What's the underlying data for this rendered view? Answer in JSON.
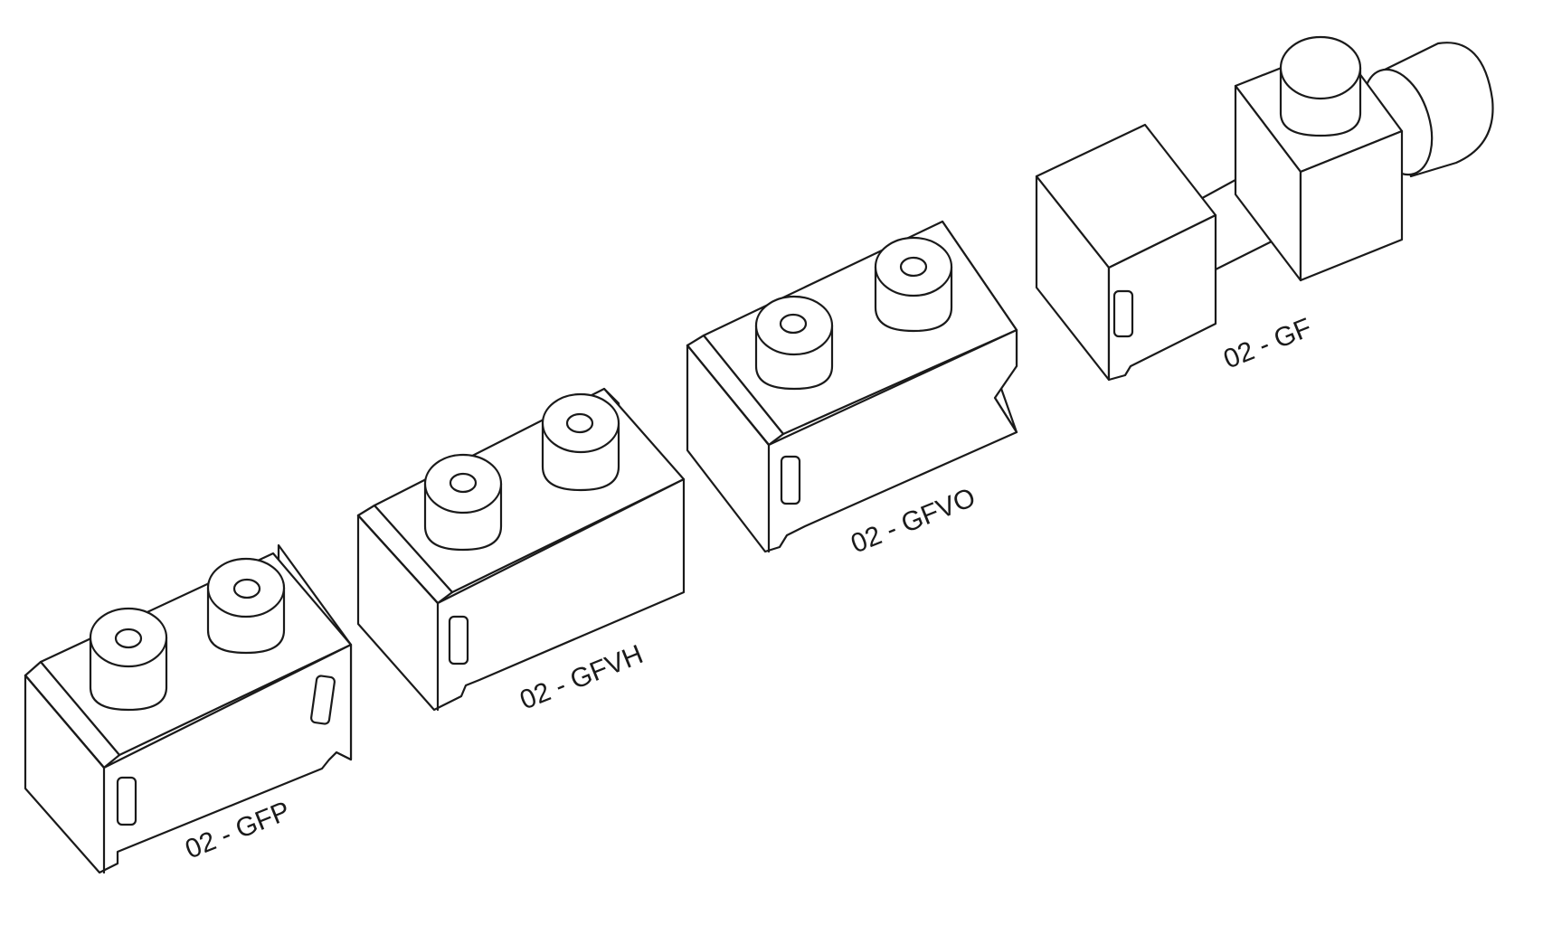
{
  "parts": [
    {
      "id": "gfp",
      "label": "02 - GFP"
    },
    {
      "id": "gfvh",
      "label": "02 - GFVH"
    },
    {
      "id": "gfvo",
      "label": "02 - GFVO"
    },
    {
      "id": "gf",
      "label": "02 - GF"
    }
  ],
  "colors": {
    "line": "#1a1a1a",
    "background": "#ffffff"
  }
}
